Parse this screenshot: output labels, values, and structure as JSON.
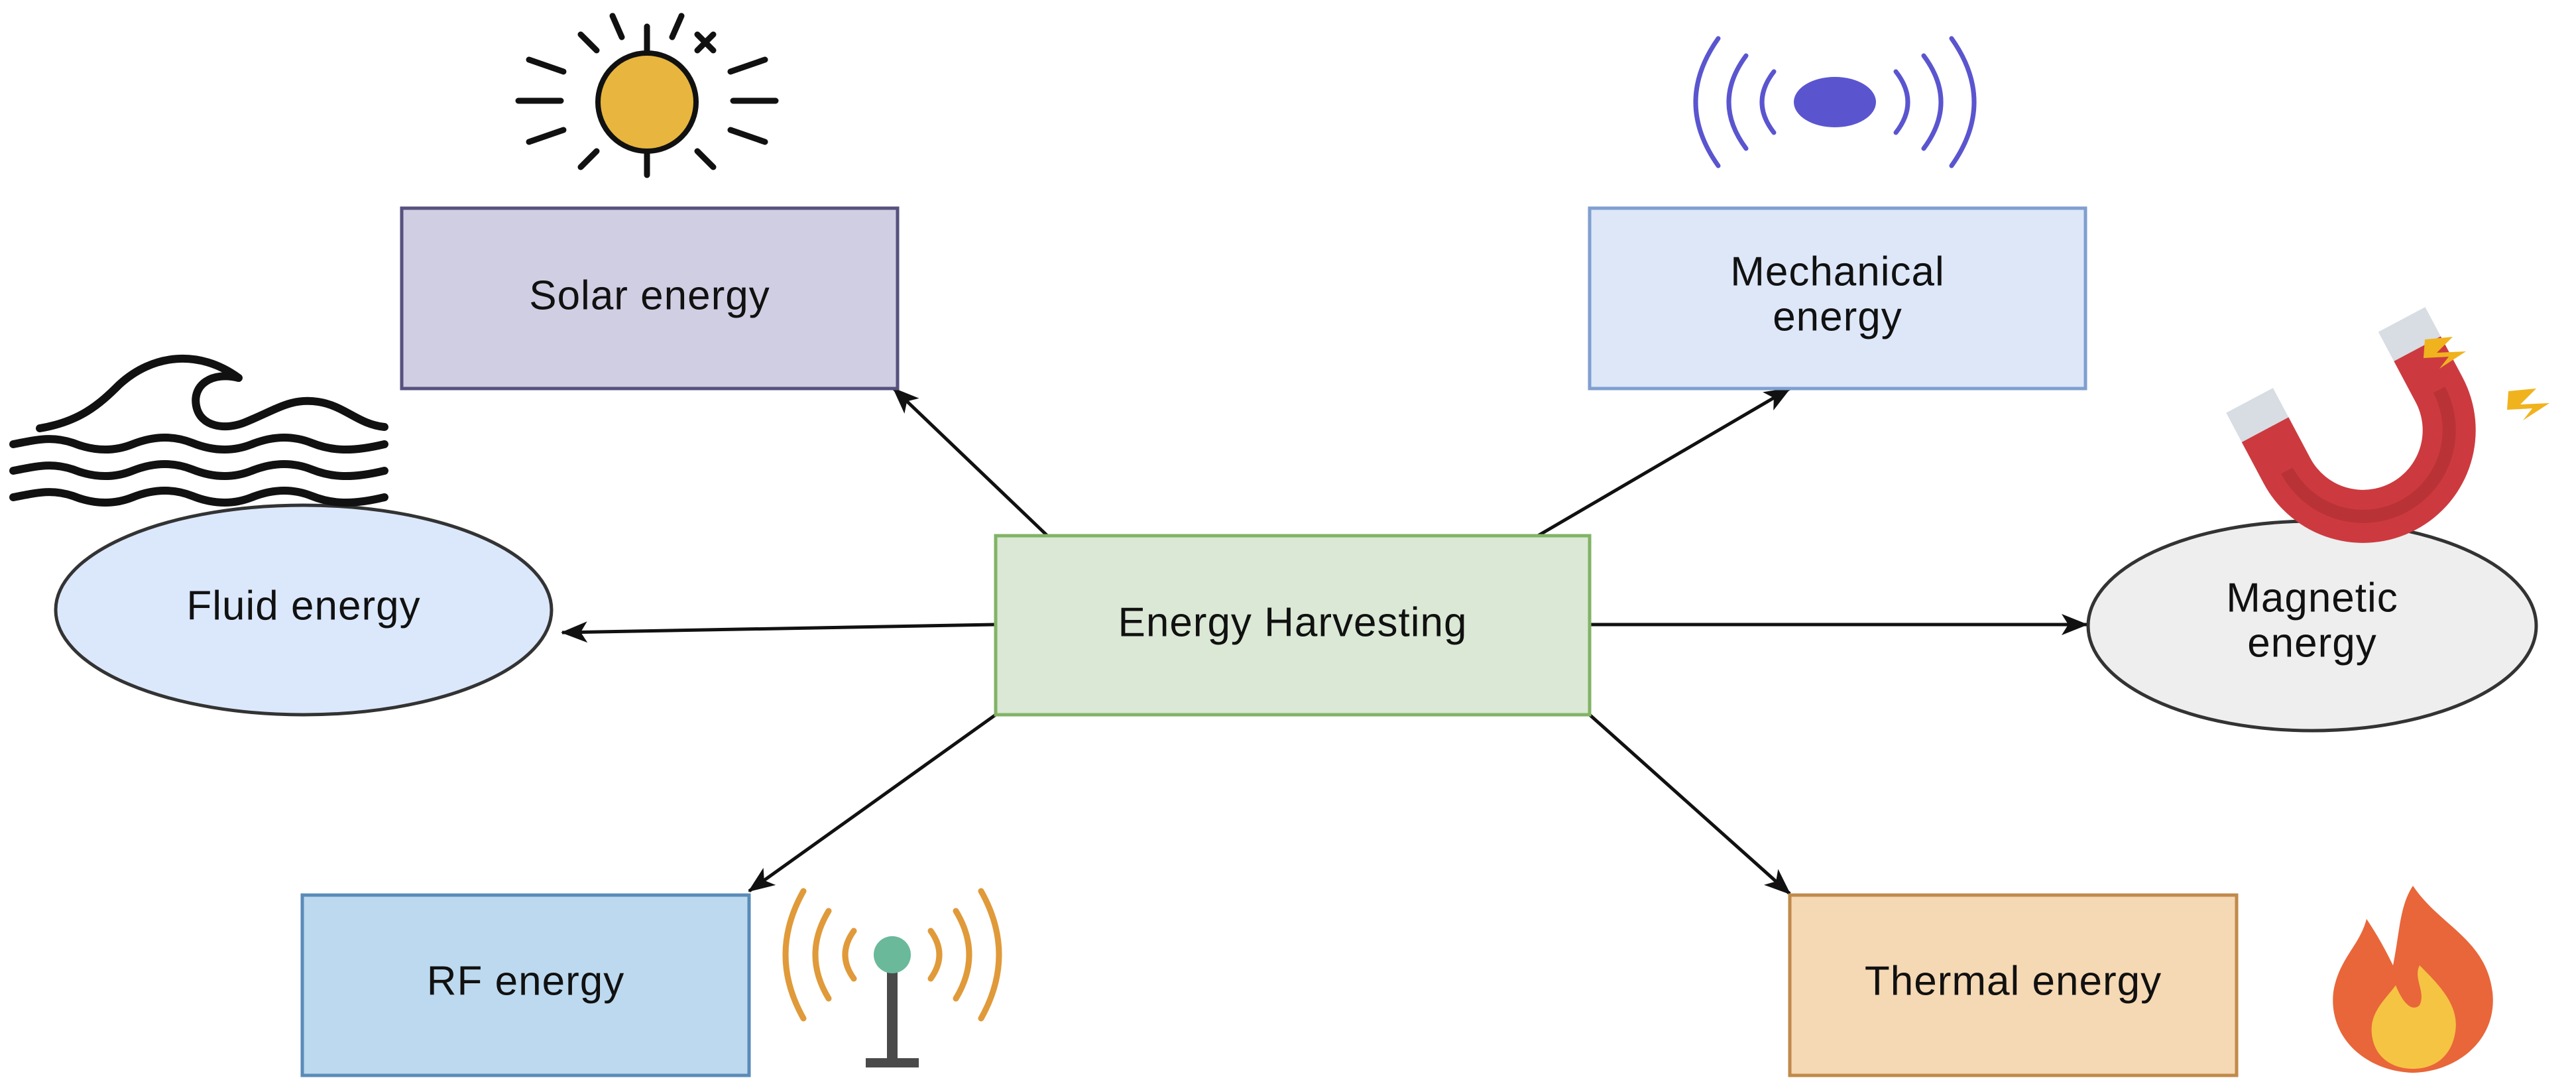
{
  "center": {
    "label": "Energy Harvesting",
    "fill": "#dae8d5",
    "stroke": "#82b366"
  },
  "nodes": {
    "solar": {
      "label_lines": [
        "Solar energy"
      ],
      "fill": "#d0cee2",
      "stroke": "#56517e"
    },
    "mechanical": {
      "label_lines": [
        "Mechanical",
        "energy"
      ],
      "fill": "#dde7f8",
      "stroke": "#7f9fcf"
    },
    "fluid": {
      "label_lines": [
        "Fluid energy"
      ],
      "fill": "#dbe8fb",
      "stroke": "#333333"
    },
    "magnetic": {
      "label_lines": [
        "Magnetic",
        "energy"
      ],
      "fill": "#eeeeee",
      "stroke": "#333333"
    },
    "rf": {
      "label_lines": [
        "RF energy"
      ],
      "fill": "#bcd9ef",
      "stroke": "#5a8bb8"
    },
    "thermal": {
      "label_lines": [
        "Thermal energy"
      ],
      "fill": "#f5d8b4",
      "stroke": "#c08a4a"
    }
  },
  "icons": {
    "sun": {
      "name": "sun-icon",
      "color": "#e8b53e"
    },
    "vibration": {
      "name": "vibration-icon",
      "color": "#5a55cf"
    },
    "waves": {
      "name": "waves-icon",
      "color": "#111111"
    },
    "magnet": {
      "name": "magnet-icon",
      "color": "#cc3a3f"
    },
    "antenna": {
      "name": "antenna-icon",
      "color": "#e09a3a"
    },
    "flame": {
      "name": "flame-icon",
      "color": "#e8663a"
    }
  }
}
